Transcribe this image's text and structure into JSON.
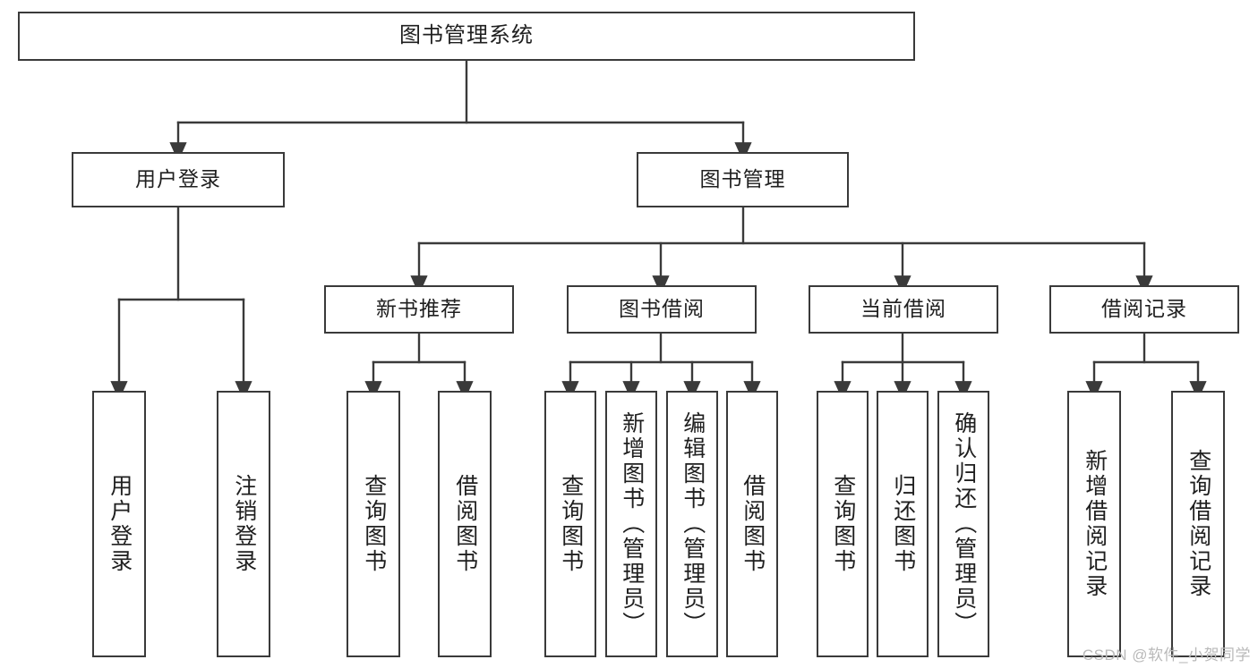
{
  "diagram": {
    "title": "图书管理系统",
    "type": "tree",
    "watermark": "CSDN @软件_小贺同学",
    "colors": {
      "stroke": "#3a3a3a",
      "fill": "#ffffff",
      "text": "#1f1f1f",
      "watermark": "#b9b9b9"
    },
    "levels": {
      "root": {
        "label": "图书管理系统"
      },
      "level2": [
        {
          "id": "user-login",
          "label": "用户登录"
        },
        {
          "id": "book-manage",
          "label": "图书管理"
        }
      ],
      "level3": [
        {
          "id": "new-book-rec",
          "label": "新书推荐"
        },
        {
          "id": "book-borrow",
          "label": "图书借阅"
        },
        {
          "id": "current-borrow",
          "label": "当前借阅"
        },
        {
          "id": "borrow-record",
          "label": "借阅记录"
        }
      ],
      "leaves": {
        "user_login": [
          {
            "id": "leaf-user-login",
            "label": "用户登录"
          },
          {
            "id": "leaf-logout-login",
            "label": "注销登录"
          }
        ],
        "new_book_rec": [
          {
            "id": "leaf-query-book-1",
            "label": "查询图书"
          },
          {
            "id": "leaf-borrow-book-1",
            "label": "借阅图书"
          }
        ],
        "book_borrow": [
          {
            "id": "leaf-query-book-2",
            "label": "查询图书"
          },
          {
            "id": "leaf-add-book",
            "label": "新增图书（管理员）"
          },
          {
            "id": "leaf-edit-book",
            "label": "编辑图书（管理员）"
          },
          {
            "id": "leaf-borrow-book-2",
            "label": "借阅图书"
          }
        ],
        "current_borrow": [
          {
            "id": "leaf-query-book-3",
            "label": "查询图书"
          },
          {
            "id": "leaf-return-book",
            "label": "归还图书"
          },
          {
            "id": "leaf-confirm-return",
            "label": "确认归还（管理员）"
          }
        ],
        "borrow_record": [
          {
            "id": "leaf-add-record",
            "label": "新增借阅记录"
          },
          {
            "id": "leaf-query-record",
            "label": "查询借阅记录"
          }
        ]
      }
    }
  }
}
